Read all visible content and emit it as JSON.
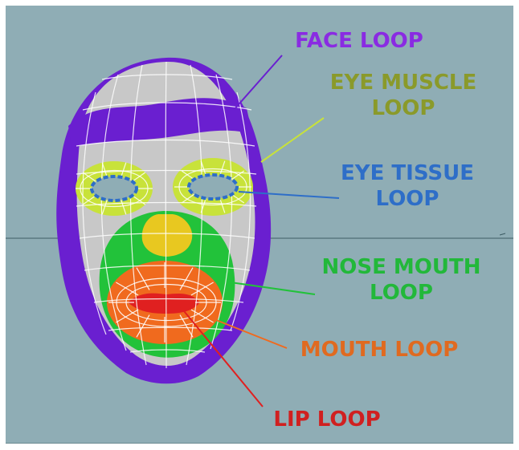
{
  "labels": {
    "face_loop": "FACE LOOP",
    "eye_muscle_loop_line1": "EYE MUSCLE",
    "eye_muscle_loop_line2": "LOOP",
    "eye_tissue_loop_line1": "EYE TISSUE",
    "eye_tissue_loop_line2": "LOOP",
    "nose_mouth_loop_line1": "NOSE MOUTH",
    "nose_mouth_loop_line2": "LOOP",
    "mouth_loop": "MOUTH LOOP",
    "lip_loop": "LIP LOOP"
  },
  "colors": {
    "background": "#8fadb5",
    "face_skin": "#c8c8c8",
    "face_loop": "#6a1fd0",
    "eye_muscle_loop": "#c8e23a",
    "eye_tissue_loop": "#2e6ec8",
    "nose_mouth_loop": "#22c23a",
    "mouth_loop": "#f06a1e",
    "lip_loop": "#e02020",
    "nose": "#e8c820",
    "wireframe": "#ffffff",
    "label_face": "#8a2be2",
    "label_eye_muscle": "#8a9a2a",
    "label_eye_tissue": "#2e6ec8",
    "label_nose_mouth": "#22b83a",
    "label_mouth": "#e06a20",
    "label_lip": "#d02020"
  }
}
